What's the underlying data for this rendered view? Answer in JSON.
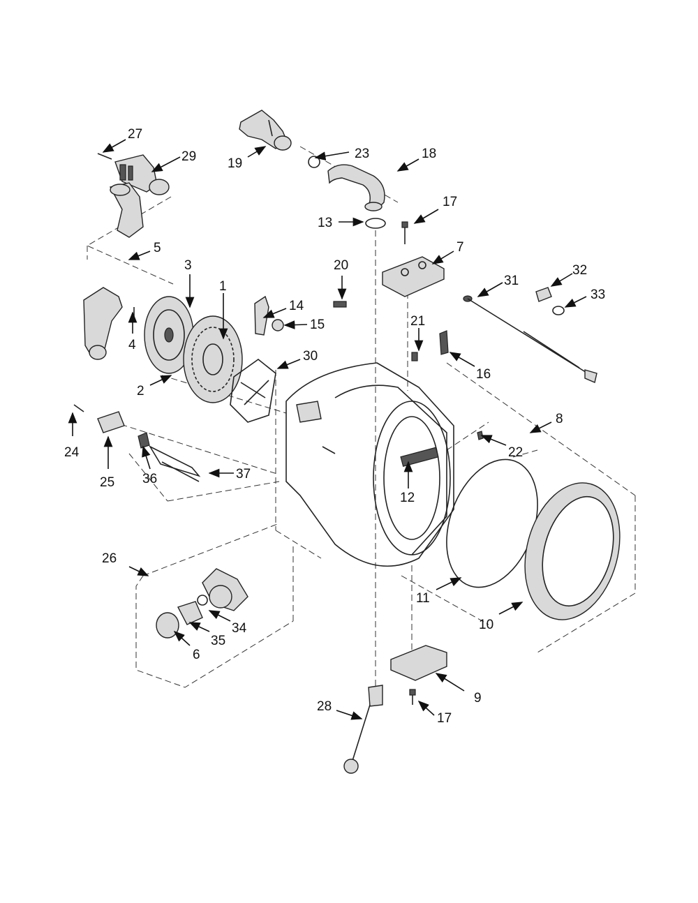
{
  "diagram": {
    "callouts": [
      {
        "id": "c1",
        "label": "1"
      },
      {
        "id": "c2",
        "label": "2"
      },
      {
        "id": "c3",
        "label": "3"
      },
      {
        "id": "c4",
        "label": "4"
      },
      {
        "id": "c5",
        "label": "5"
      },
      {
        "id": "c6",
        "label": "6"
      },
      {
        "id": "c7",
        "label": "7"
      },
      {
        "id": "c8",
        "label": "8"
      },
      {
        "id": "c9",
        "label": "9"
      },
      {
        "id": "c10",
        "label": "10"
      },
      {
        "id": "c11",
        "label": "11"
      },
      {
        "id": "c12",
        "label": "12"
      },
      {
        "id": "c13",
        "label": "13"
      },
      {
        "id": "c14",
        "label": "14"
      },
      {
        "id": "c15",
        "label": "15"
      },
      {
        "id": "c16",
        "label": "16"
      },
      {
        "id": "c17a",
        "label": "17"
      },
      {
        "id": "c17b",
        "label": "17"
      },
      {
        "id": "c18",
        "label": "18"
      },
      {
        "id": "c19",
        "label": "19"
      },
      {
        "id": "c20",
        "label": "20"
      },
      {
        "id": "c21",
        "label": "21"
      },
      {
        "id": "c22",
        "label": "22"
      },
      {
        "id": "c23",
        "label": "23"
      },
      {
        "id": "c24",
        "label": "24"
      },
      {
        "id": "c25",
        "label": "25"
      },
      {
        "id": "c26",
        "label": "26"
      },
      {
        "id": "c27",
        "label": "27"
      },
      {
        "id": "c28",
        "label": "28"
      },
      {
        "id": "c29",
        "label": "29"
      },
      {
        "id": "c30",
        "label": "30"
      },
      {
        "id": "c31",
        "label": "31"
      },
      {
        "id": "c32",
        "label": "32"
      },
      {
        "id": "c33",
        "label": "33"
      },
      {
        "id": "c34",
        "label": "34"
      },
      {
        "id": "c35",
        "label": "35"
      },
      {
        "id": "c36",
        "label": "36"
      },
      {
        "id": "c37",
        "label": "37"
      }
    ]
  }
}
